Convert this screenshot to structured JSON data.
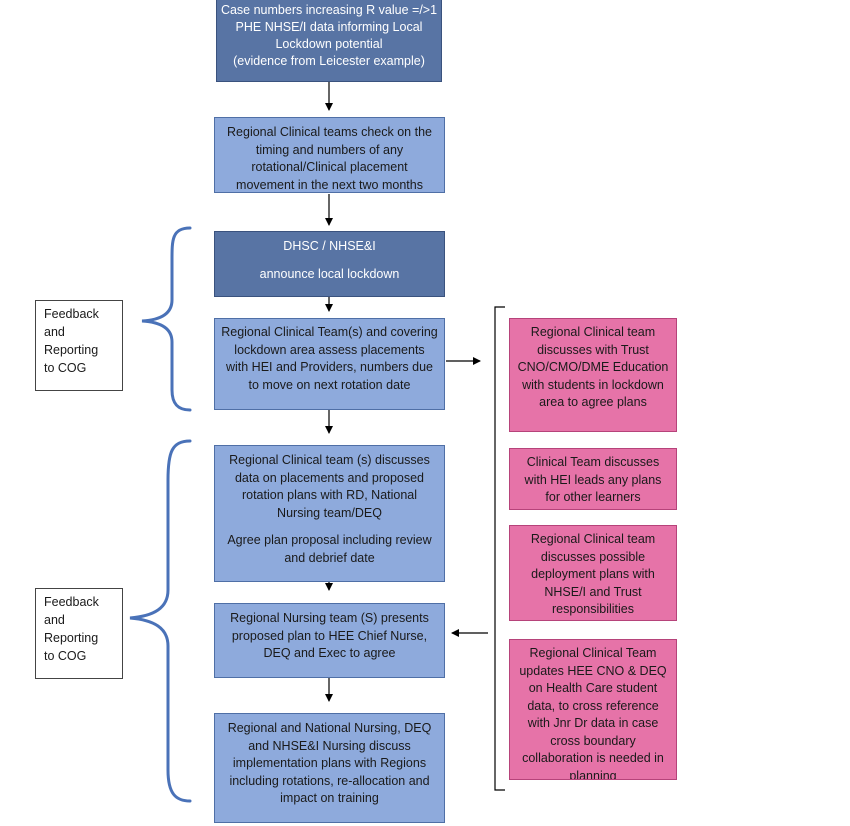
{
  "flow": {
    "step1": "Case numbers increasing R value =/>1\nPHE NHSE/I data informing Local\nLockdown potential\n(evidence from Leicester  example)",
    "step2": "Regional Clinical teams check on the\ntiming and numbers of any\nrotational/Clinical placement\nmovement in the next two months",
    "step3_line1": "DHSC / NHSE&I",
    "step3_line2": "announce local lockdown",
    "step4": "Regional Clinical Team(s) and covering\nlockdown area assess placements\nwith HEI and Providers, numbers due\nto move on next rotation date",
    "step5_para1": "Regional Clinical team (s) discusses\ndata on placements and proposed\nrotation plans with RD, National\nNursing team/DEQ",
    "step5_para2": "Agree plan proposal including review\nand debrief date",
    "step6": "Regional Nursing team (S) presents\nproposed plan to HEE Chief Nurse,\nDEQ and Exec to agree",
    "step7": "Regional and National Nursing, DEQ\nand NHSE&I Nursing discuss\nimplementation plans with Regions\nincluding rotations, re-allocation and\nimpact on training"
  },
  "actions": {
    "item1": "Regional Clinical team\ndiscusses with Trust\nCNO/CMO/DME Education\nwith students in lockdown\narea to agree plans",
    "item2": "Clinical Team discusses\nwith HEI leads any plans\nfor other learners",
    "item3": "Regional Clinical team\ndiscusses possible\ndeployment plans with\nNHSE/I and Trust\nresponsibilities",
    "item4": "Regional Clinical Team\nupdates HEE CNO & DEQ\non Health Care student\ndata, to cross reference\nwith Jnr Dr data in case\ncross boundary\ncollaboration is needed in\nplanning"
  },
  "feedback": {
    "top": "Feedback\nand\nReporting\nto COG",
    "bottom": "Feedback\nand\nReporting\nto COG"
  },
  "colors": {
    "dark_box": "#5874a4",
    "light_box": "#8eaadc",
    "pink_box": "#e673a8",
    "brace": "#4a72b8"
  }
}
